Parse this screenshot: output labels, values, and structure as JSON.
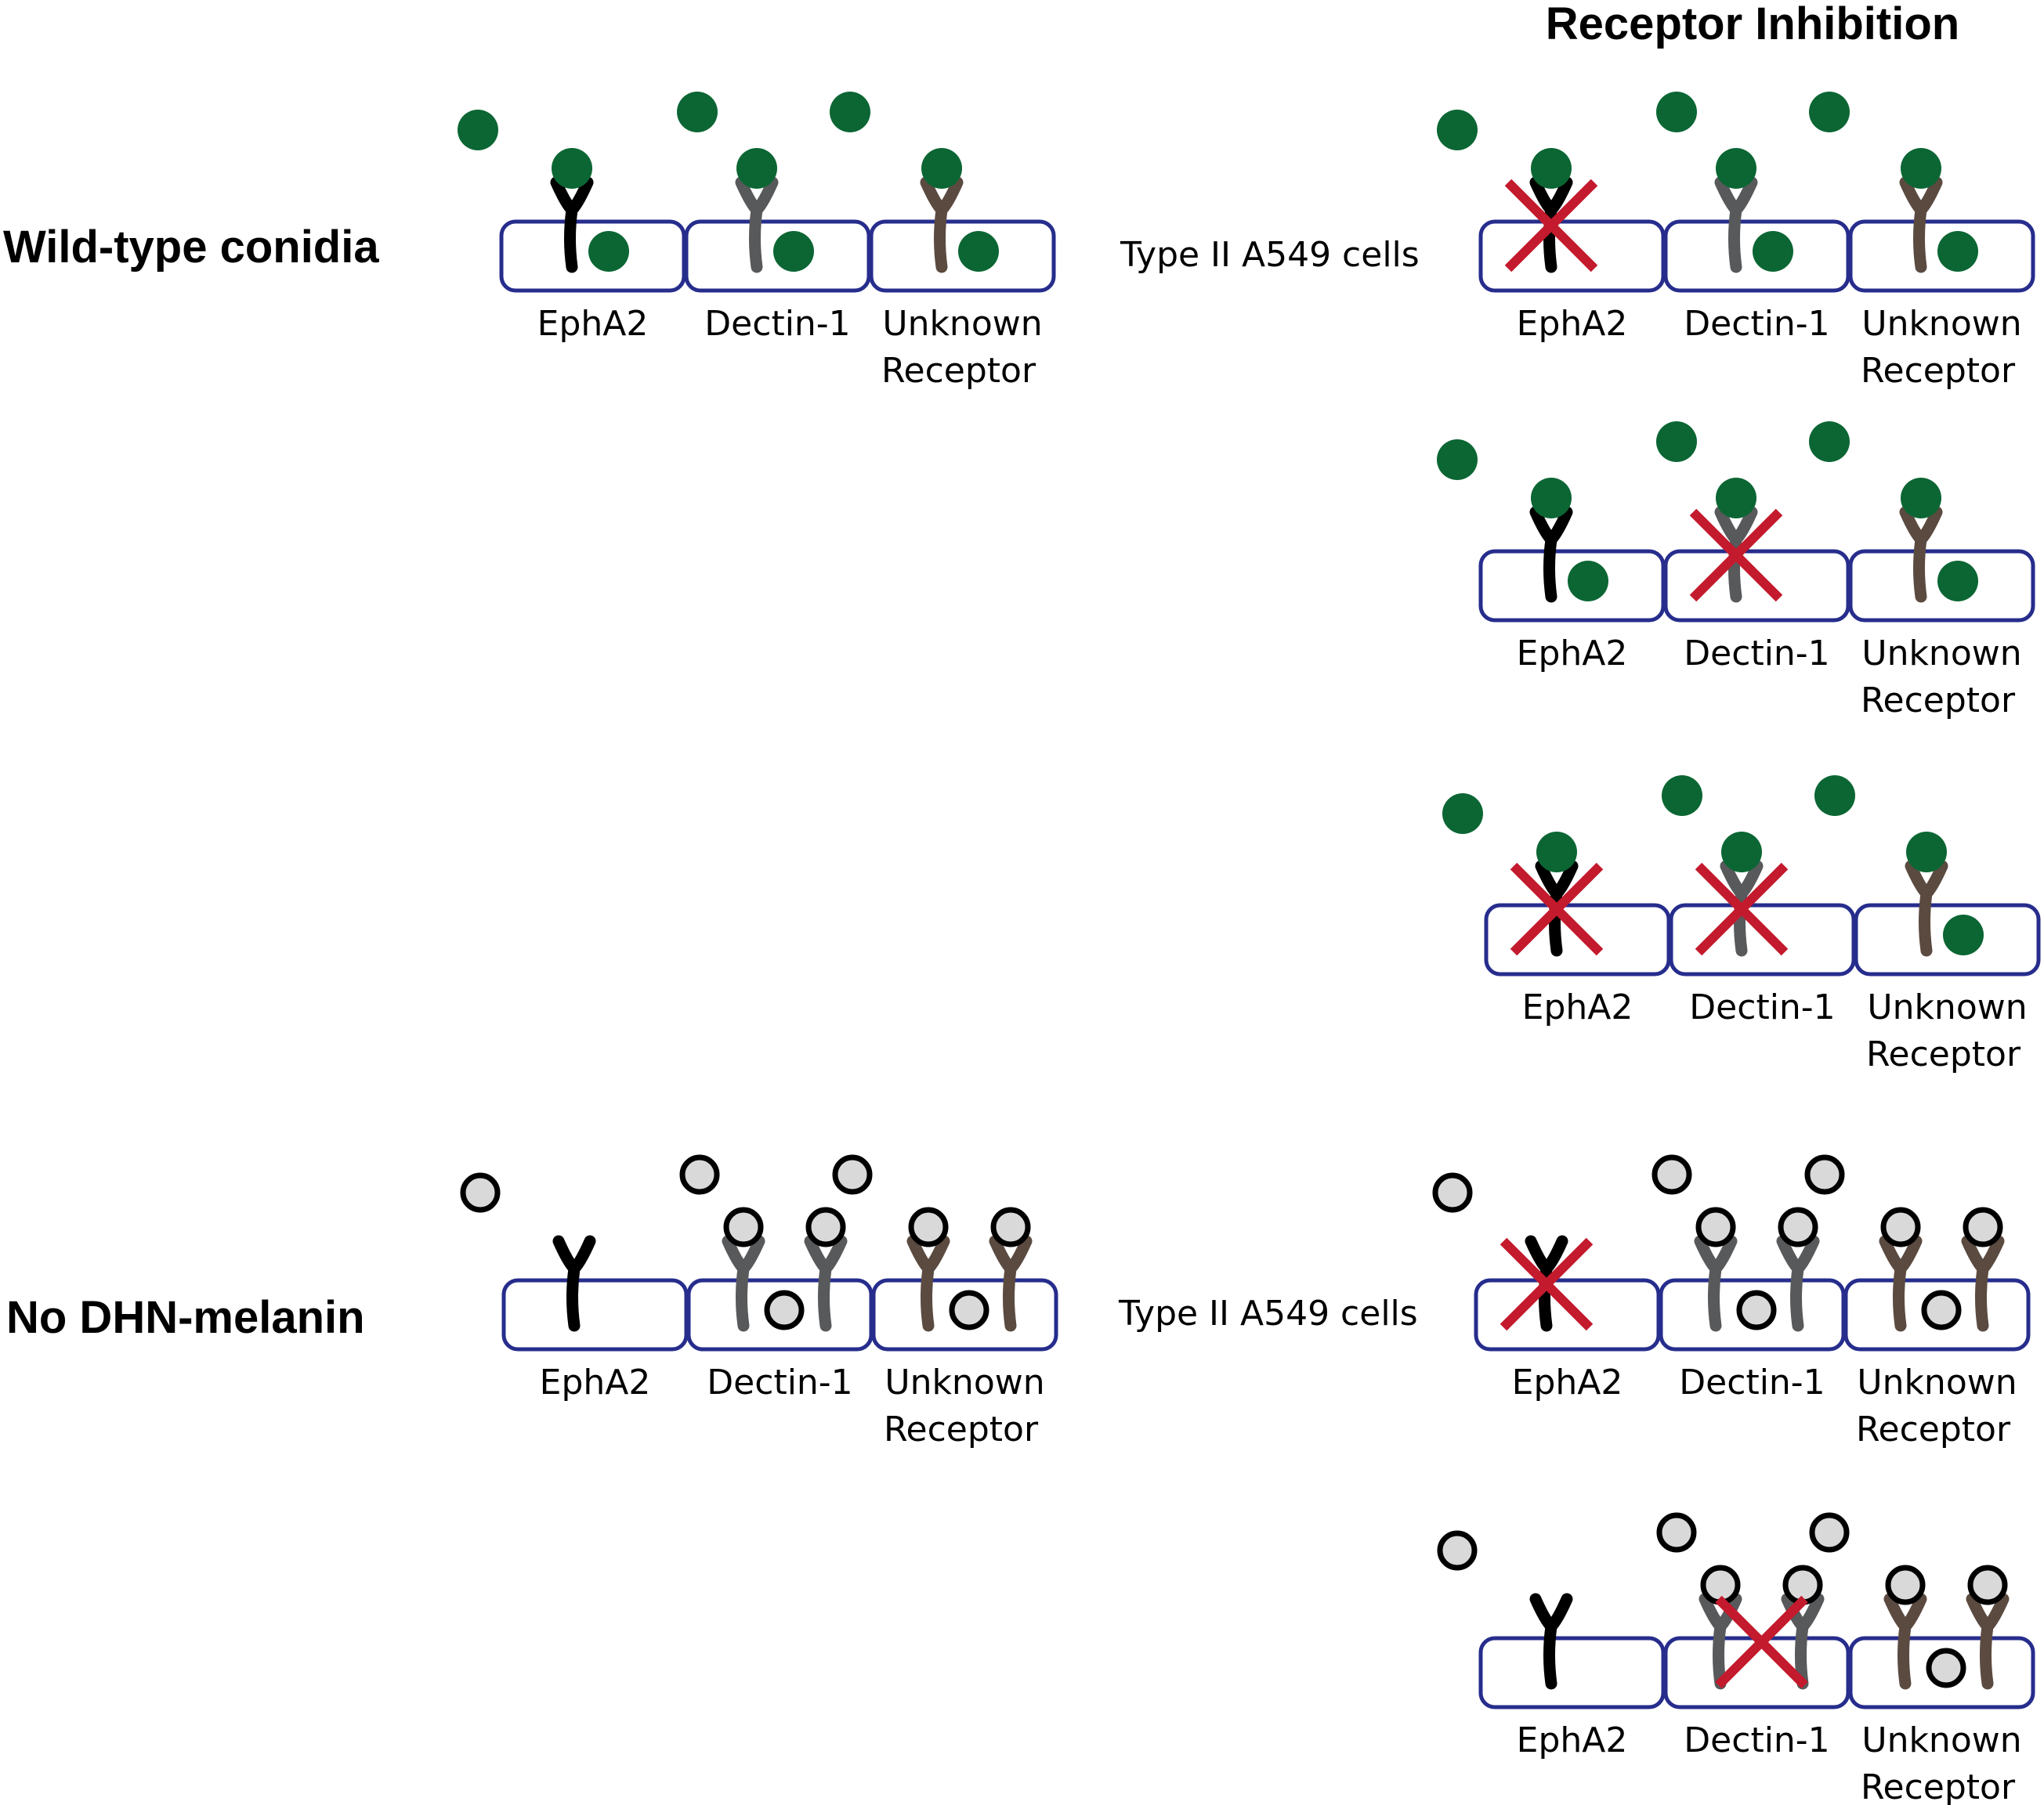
{
  "heading": "Receptor Inhibition",
  "rows": [
    {
      "label": "Wild-type conidia",
      "cell_line_label": "Type II A549 cells"
    },
    {
      "label": "No DHN-melanin",
      "cell_line_label": "Type II A549 cells"
    }
  ],
  "receptors": [
    {
      "id": "epha2",
      "label": "EphA2",
      "color": "#000000"
    },
    {
      "id": "dectin",
      "label": "Dectin-1",
      "color": "#58595b"
    },
    {
      "id": "unknown",
      "label_line1": "Unknown",
      "label_line2": "Receptor",
      "color": "#5b4a40"
    }
  ],
  "conidia_colors": {
    "wild_type": "#0b6633",
    "no_melanin_fill": "#d9d9d9",
    "no_melanin_outline": "#000000"
  },
  "inhibition_mark_color": "#c31a2d",
  "cell_outline_color": "#262d8c",
  "panels": [
    {
      "row": "Wild-type conidia",
      "condition": "untreated",
      "conidia": "wild-type",
      "inhibited": []
    },
    {
      "row": "Wild-type conidia",
      "condition": "receptor inhibition",
      "conidia": "wild-type",
      "inhibited": [
        "EphA2"
      ]
    },
    {
      "row": "Wild-type conidia",
      "condition": "receptor inhibition",
      "conidia": "wild-type",
      "inhibited": [
        "Dectin-1"
      ]
    },
    {
      "row": "Wild-type conidia",
      "condition": "receptor inhibition",
      "conidia": "wild-type",
      "inhibited": [
        "EphA2",
        "Dectin-1"
      ]
    },
    {
      "row": "No DHN-melanin",
      "condition": "untreated",
      "conidia": "no DHN-melanin",
      "inhibited": []
    },
    {
      "row": "No DHN-melanin",
      "condition": "receptor inhibition",
      "conidia": "no DHN-melanin",
      "inhibited": [
        "EphA2"
      ]
    },
    {
      "row": "No DHN-melanin",
      "condition": "receptor inhibition",
      "conidia": "no DHN-melanin",
      "inhibited": [
        "Dectin-1"
      ]
    }
  ]
}
